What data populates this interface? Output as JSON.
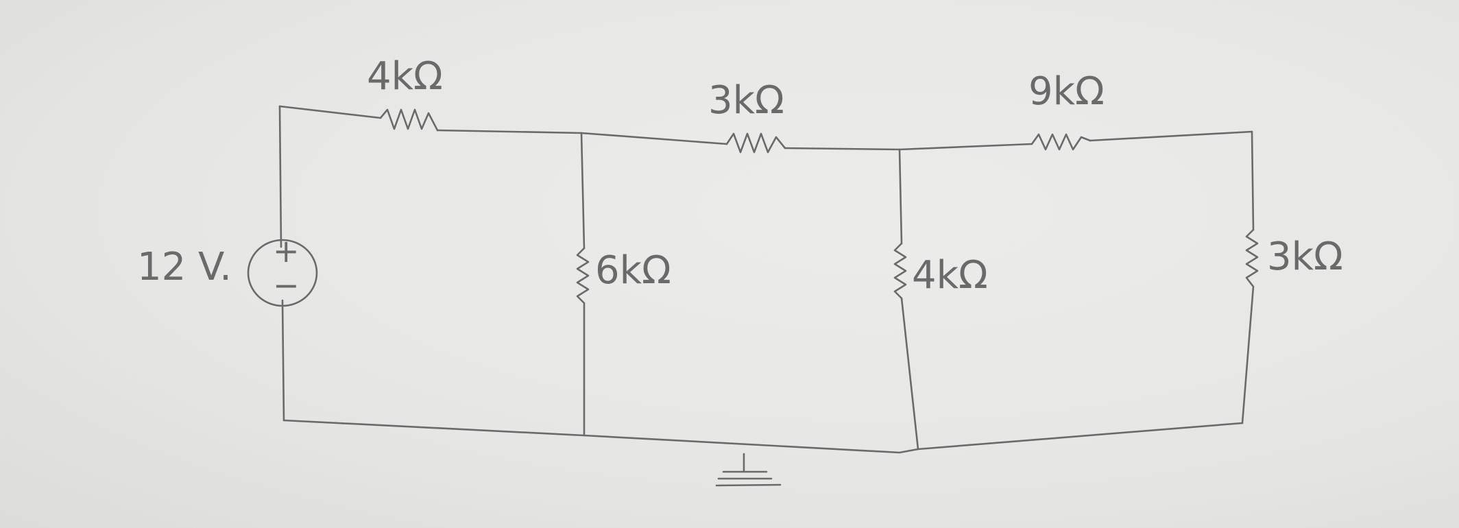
{
  "source": {
    "voltage_label": "12 V.",
    "plus_sign": "+",
    "minus_sign": "−"
  },
  "resistors": {
    "r1_label": "4kΩ",
    "r2_label": "6kΩ",
    "r3_label": "3kΩ",
    "r4_label": "4kΩ",
    "r5_label": "9kΩ",
    "r6_label": "3kΩ"
  },
  "colors": {
    "ink": "#6a6a6a",
    "paper": "#e9e9e7"
  },
  "icons": {
    "ground": "ground-icon",
    "source": "voltage-source-icon"
  }
}
